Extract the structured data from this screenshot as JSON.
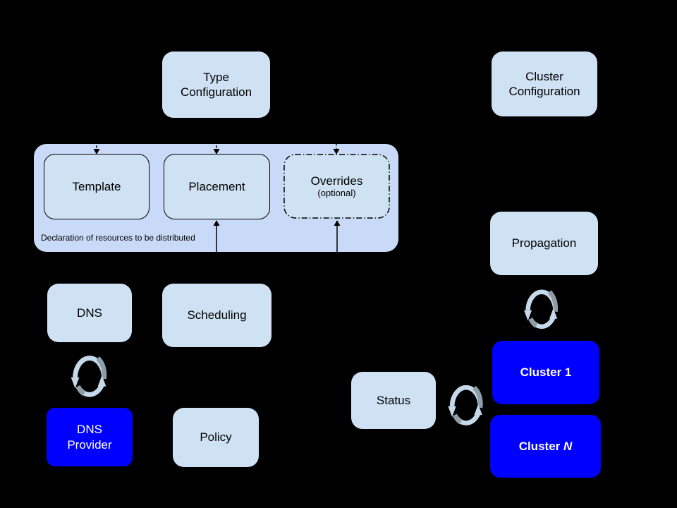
{
  "palette": {
    "canvas_bg": "#000000",
    "light_box_fill": "#cfe2f3",
    "container_fill": "#c9daf8",
    "blue_box_fill": "#0000ff",
    "box_border": "#000000",
    "label_color": "#000000",
    "blue_label_color": "#ffffff",
    "sync_light": "#c6d9ea",
    "sync_dark": "#8e9ea8",
    "arrow_color": "#000000"
  },
  "nodes": {
    "type_config": {
      "line1": "Type",
      "line2": "Configuration"
    },
    "cluster_config": {
      "line1": "Cluster",
      "line2": "Configuration"
    },
    "template": {
      "label": "Template"
    },
    "placement": {
      "label": "Placement"
    },
    "overrides": {
      "label": "Overrides",
      "sublabel": "(optional)"
    },
    "container": {
      "caption": "Declaration of resources to be distributed"
    },
    "dns": {
      "label": "DNS"
    },
    "scheduling": {
      "label": "Scheduling"
    },
    "propagation": {
      "label": "Propagation"
    },
    "dns_provider": {
      "line1": "DNS",
      "line2": "Provider"
    },
    "policy": {
      "label": "Policy"
    },
    "status": {
      "label": "Status"
    },
    "cluster_1": {
      "label": "Cluster 1"
    },
    "cluster_n": {
      "prefix": "Cluster ",
      "suffix_italic": "N"
    }
  }
}
